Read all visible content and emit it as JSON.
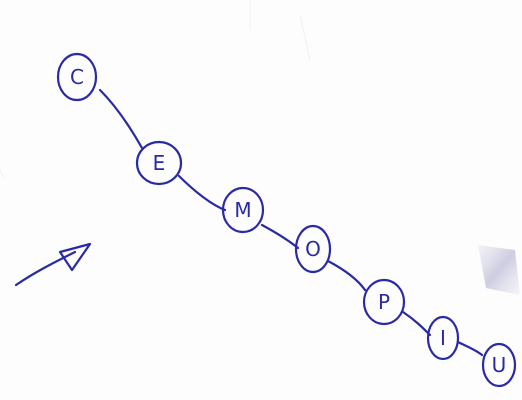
{
  "colors": {
    "ink": "#2a2aa6",
    "paper": "#fdfdfd",
    "smudge": "#8a87b8"
  },
  "nodes": [
    {
      "label": "C"
    },
    {
      "label": "E"
    },
    {
      "label": "M"
    },
    {
      "label": "O"
    },
    {
      "label": "P"
    },
    {
      "label": "I"
    },
    {
      "label": "U"
    }
  ],
  "arrow": {
    "icon": "arrow-icon"
  }
}
